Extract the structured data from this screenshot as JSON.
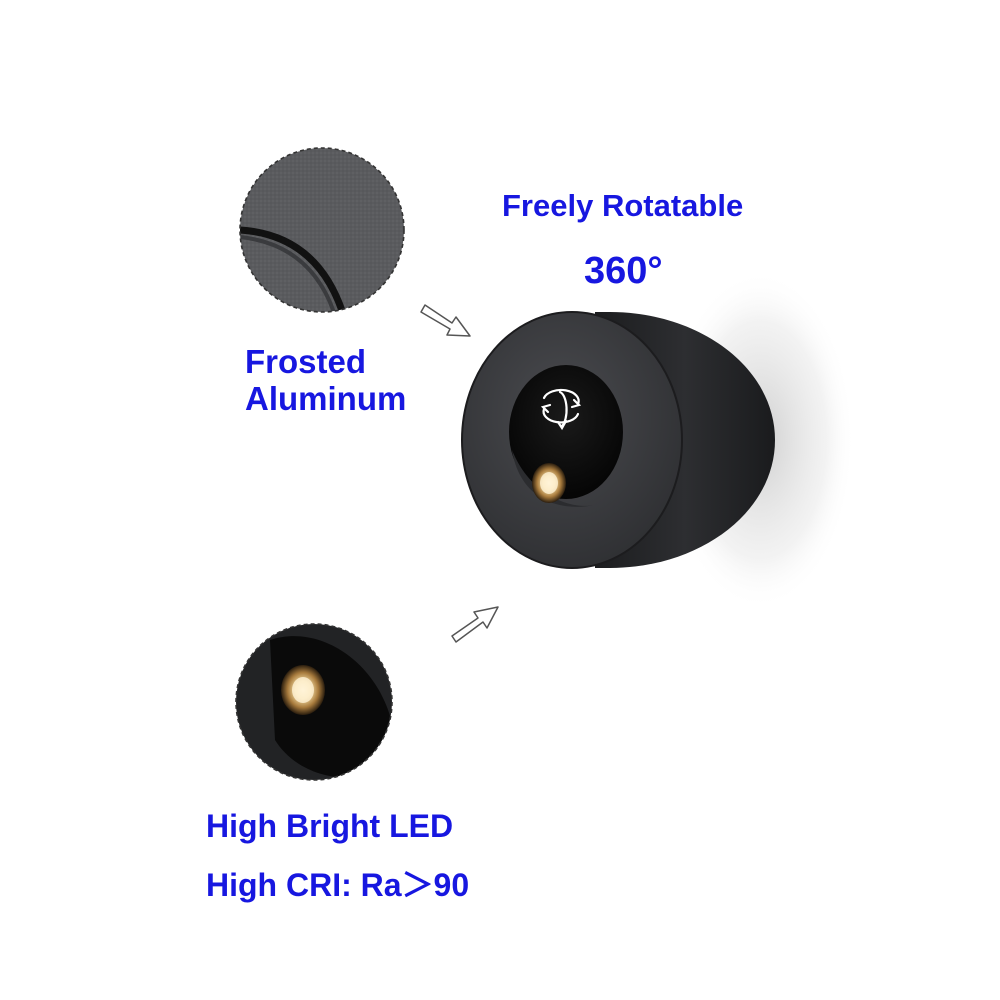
{
  "colors": {
    "text_blue": "#1717e0",
    "lamp_body": "#2a2b2d",
    "lamp_face": "#3c3d40",
    "led_glow": "#f2d9a0"
  },
  "headline": {
    "feature": "Freely Rotatable",
    "degrees": "360°"
  },
  "material_callout": {
    "line1": "Frosted",
    "line2": "Aluminum"
  },
  "led_callout": {
    "line1": "High Bright LED",
    "line2": "High CRI: Ra＞90"
  },
  "icons": [
    "rotate-360-icon",
    "arrow-icon"
  ]
}
